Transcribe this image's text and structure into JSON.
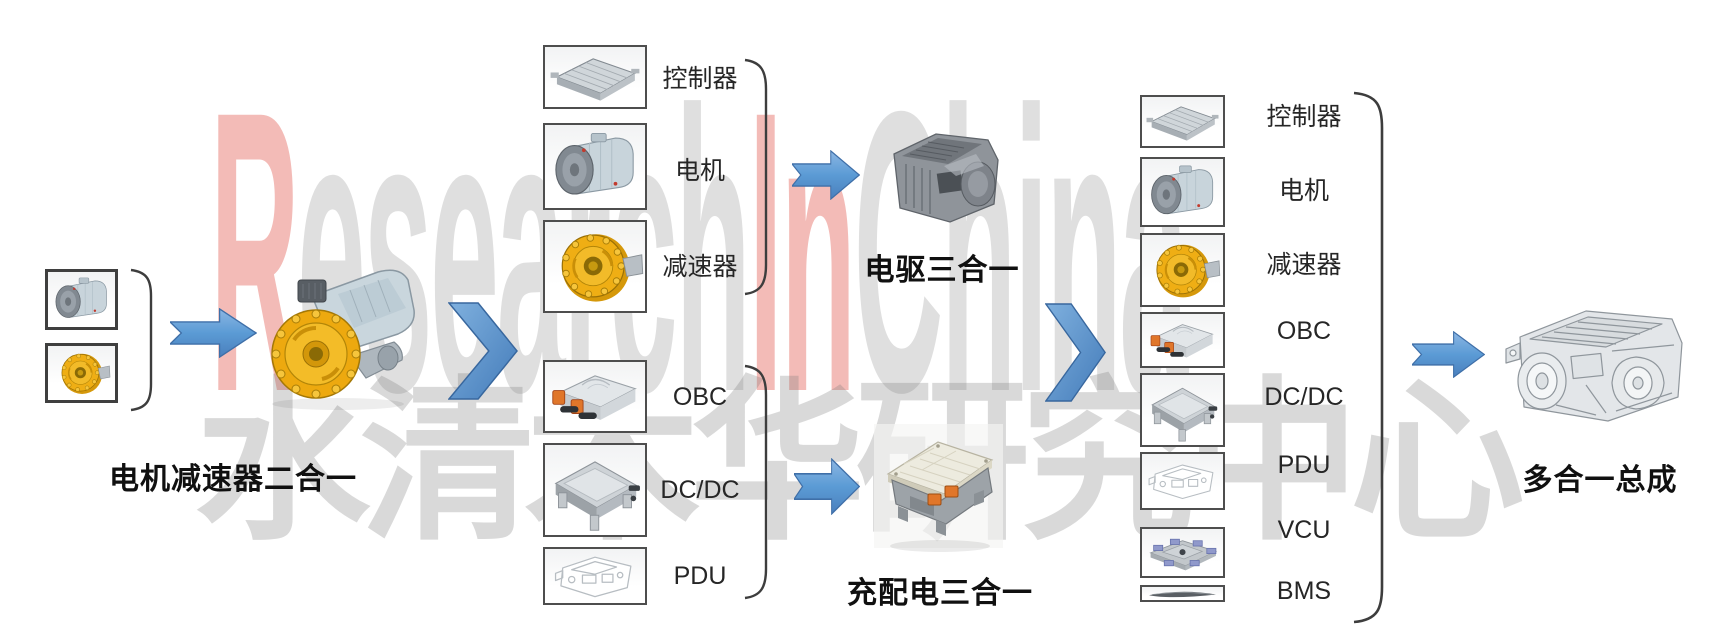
{
  "watermark": {
    "english_parts": [
      {
        "text": "R",
        "color": "#e0544a"
      },
      {
        "text": "esearch",
        "color": "#9c9c9c"
      },
      {
        "text": "In",
        "color": "#e0544a"
      },
      {
        "text": "China",
        "color": "#9c9c9c"
      }
    ],
    "chinese_text": "水清木华研究中心"
  },
  "colors": {
    "arrow_blue": "#5b9bd5",
    "arrow_blue_dark": "#3f6fa8",
    "bracket_gray": "#3d3d3d",
    "label_text": "#262626",
    "stage_label_text": "#101010",
    "reducer_yellow": "#efae14",
    "connector_orange": "#e0762a",
    "watermark_red": "#e0544a",
    "watermark_gray": "#9c9c9c"
  },
  "stage1": {
    "result_label": "电机减速器二合一",
    "input_icons": [
      "motor",
      "reducer"
    ]
  },
  "stage2_top": {
    "component_labels": [
      "控制器",
      "电机",
      "减速器"
    ],
    "result_label": "电驱三合一"
  },
  "stage2_bottom": {
    "component_labels": [
      "OBC",
      "DC/DC",
      "PDU"
    ],
    "result_label": "充配电三合一"
  },
  "stage3": {
    "component_labels": [
      "控制器",
      "电机",
      "减速器",
      "OBC",
      "DC/DC",
      "PDU",
      "VCU",
      "BMS"
    ],
    "result_label": "多合一总成"
  }
}
